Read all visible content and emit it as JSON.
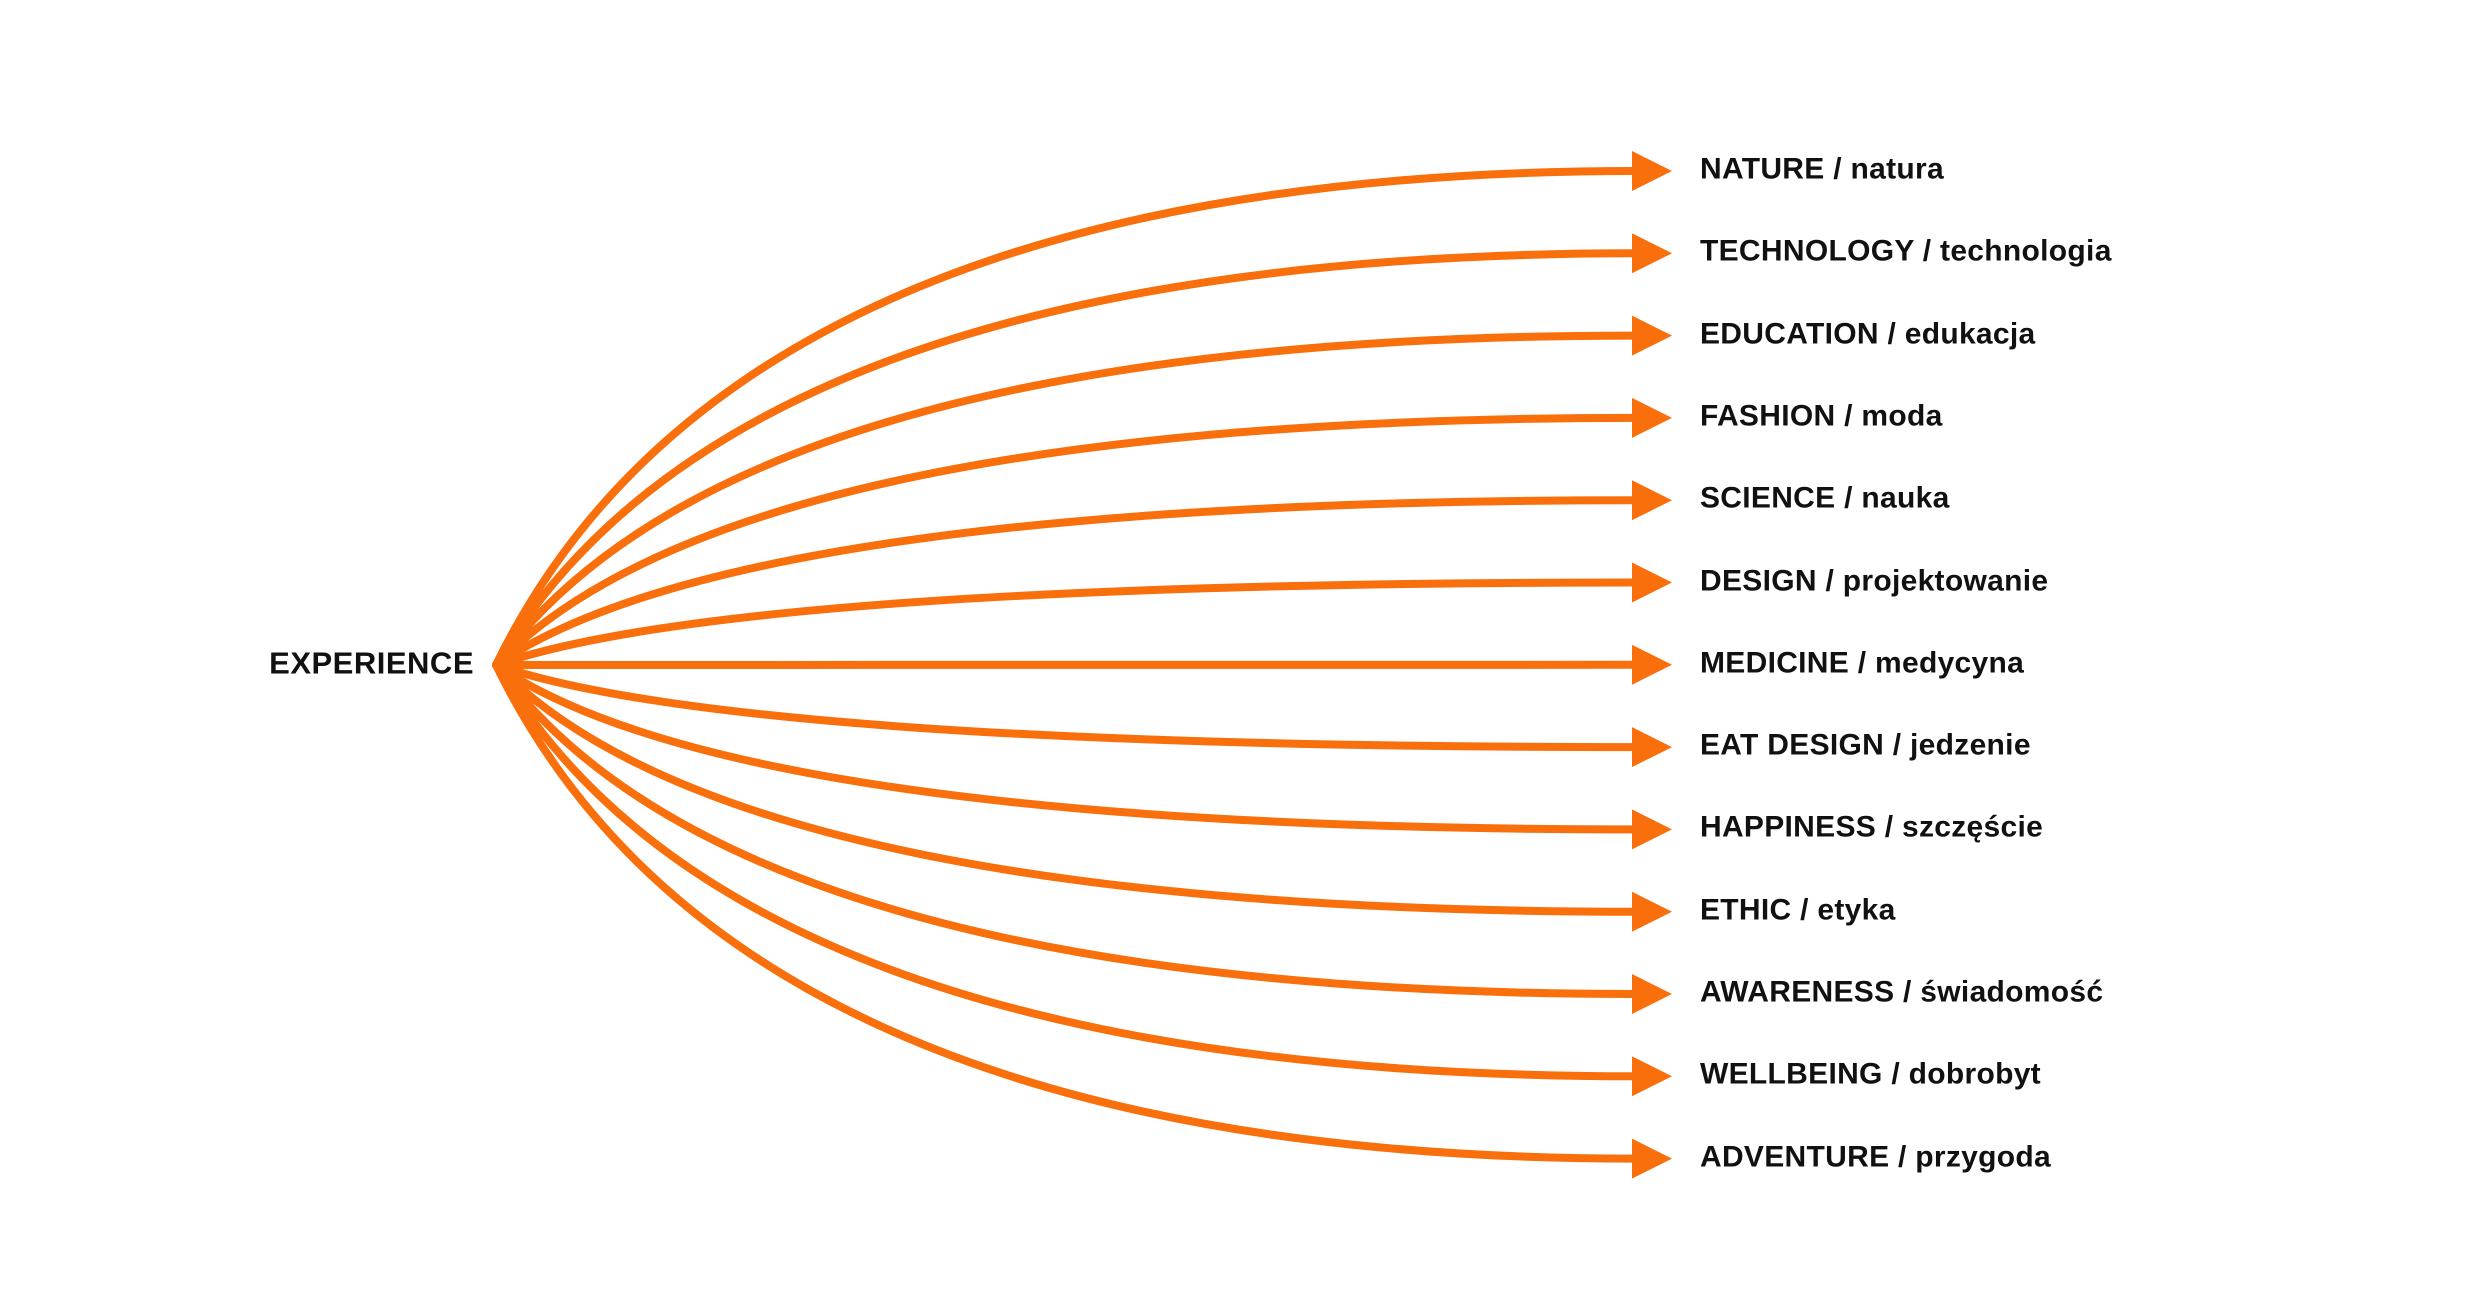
{
  "diagram": {
    "root_label": "EXPERIENCE",
    "accent_color": "#F86F0C",
    "text_color": "#111111",
    "background_color": "#FFFFFF",
    "items": [
      {
        "label": "NATURE / natura"
      },
      {
        "label": "TECHNOLOGY / technologia"
      },
      {
        "label": "EDUCATION / edukacja"
      },
      {
        "label": "FASHION / moda"
      },
      {
        "label": "SCIENCE / nauka"
      },
      {
        "label": "DESIGN / projektowanie"
      },
      {
        "label": "MEDICINE / medycyna"
      },
      {
        "label": "EAT DESIGN / jedzenie"
      },
      {
        "label": "HAPPINESS / szczęście"
      },
      {
        "label": "ETHIC / etyka"
      },
      {
        "label": "AWARENESS / świadomość"
      },
      {
        "label": "WELLBEING / dobrobyt"
      },
      {
        "label": "ADVENTURE / przygoda"
      }
    ]
  }
}
